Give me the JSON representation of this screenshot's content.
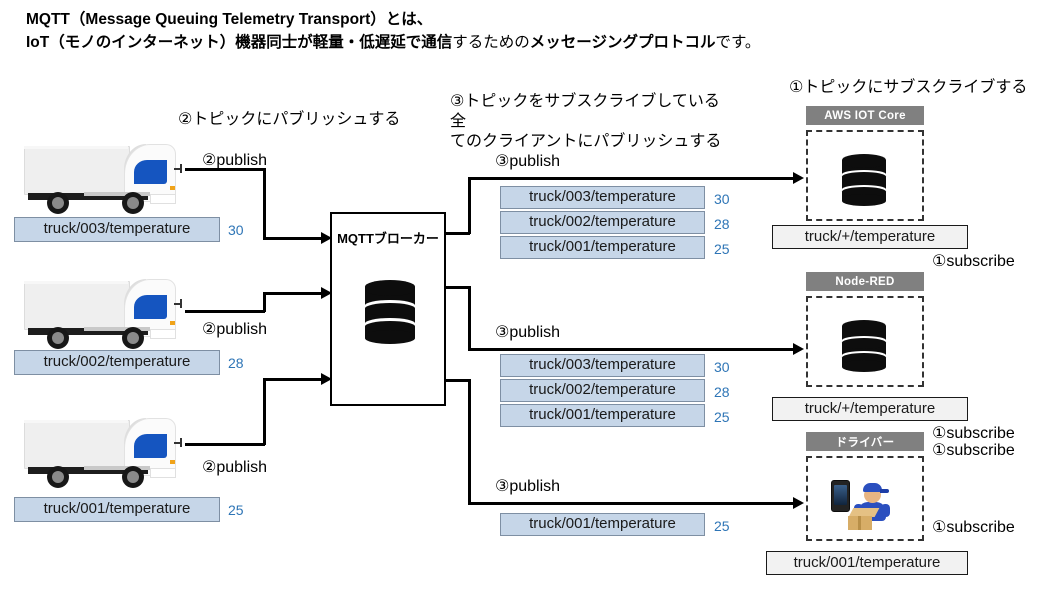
{
  "title": {
    "line1": "MQTT（Message Queuing Telemetry Transport）とは、",
    "line2_a": "IoT（モノのインターネット）機器同士が軽量・低遅延で通信",
    "line2_b": "するための",
    "line2_c": "メッセージングプロトコル",
    "line2_d": "です。"
  },
  "annotations": {
    "publish_to_topic": "②トピックにパブリッシュする",
    "publish_all_subscribers": "③トピックをサブスクライブしている全\nてのクライアントにパブリッシュする",
    "subscribe_to_topic": "①トピックにサブスクライブする",
    "publish2": "②publish",
    "publish3": "③publish",
    "subscribe1": "①subscribe"
  },
  "broker": {
    "label": "MQTTブローカー",
    "icon": "database-icon"
  },
  "publishers": [
    {
      "name": "truck-003",
      "topic": "truck/003/temperature",
      "value": "30",
      "publish_label": "②publish"
    },
    {
      "name": "truck-002",
      "topic": "truck/002/temperature",
      "value": "28",
      "publish_label": "②publish"
    },
    {
      "name": "truck-001",
      "topic": "truck/001/temperature",
      "value": "25",
      "publish_label": "②publish"
    }
  ],
  "publish_streams": [
    {
      "name": "stream-aws",
      "label": "③publish",
      "messages": [
        {
          "topic": "truck/003/temperature",
          "value": "30"
        },
        {
          "topic": "truck/002/temperature",
          "value": "28"
        },
        {
          "topic": "truck/001/temperature",
          "value": "25"
        }
      ]
    },
    {
      "name": "stream-nodered",
      "label": "③publish",
      "messages": [
        {
          "topic": "truck/003/temperature",
          "value": "30"
        },
        {
          "topic": "truck/002/temperature",
          "value": "28"
        },
        {
          "topic": "truck/001/temperature",
          "value": "25"
        }
      ]
    },
    {
      "name": "stream-driver",
      "label": "③publish",
      "messages": [
        {
          "topic": "truck/001/temperature",
          "value": "25"
        }
      ]
    }
  ],
  "subscribers": [
    {
      "name": "aws-iot-core",
      "header": "AWS IOT Core",
      "icon": "database-icon",
      "filter": "truck/+/temperature",
      "subscribe_label": "①subscribe"
    },
    {
      "name": "node-red",
      "header": "Node-RED",
      "icon": "database-icon",
      "filter": "truck/+/temperature",
      "subscribe_label": "①subscribe"
    },
    {
      "name": "driver",
      "header": "ドライバー",
      "icon": "driver-icon",
      "filter": "truck/001/temperature",
      "subscribe_label": "①subscribe"
    }
  ],
  "colors": {
    "topic_fill": "#c6d6e8",
    "value_blue": "#2e75b6",
    "header_gray": "#808080",
    "truck_blue": "#1555c0"
  }
}
